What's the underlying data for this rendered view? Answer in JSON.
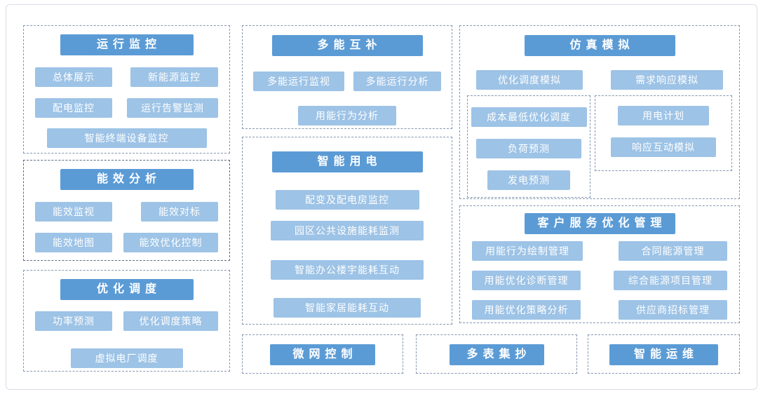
{
  "colors": {
    "header_bg": "#5B9BD5",
    "item_bg": "#9DC3E6",
    "panel_border": "#8496B0",
    "panel_border_dark": "#5B6B82",
    "canvas_border": "#D8DEE6"
  },
  "panels": {
    "operation_monitoring": {
      "title": "运行监控",
      "items": [
        "总体展示",
        "新能源监控",
        "配电监控",
        "运行告警监测",
        "智能终端设备监控"
      ]
    },
    "energy_efficiency": {
      "title": "能效分析",
      "items": [
        "能效监视",
        "能效对标",
        "能效地图",
        "能效优化控制"
      ]
    },
    "optimal_dispatch": {
      "title": "优化调度",
      "items": [
        "功率预测",
        "优化调度策略",
        "虚拟电厂调度"
      ]
    },
    "multi_energy": {
      "title": "多能互补",
      "items": [
        "多能运行监视",
        "多能运行分析",
        "用能行为分析"
      ]
    },
    "smart_power": {
      "title": "智能用电",
      "items": [
        "配变及配电房监控",
        "园区公共设施能耗监测",
        "智能办公楼宇能耗互动",
        "智能家居能耗互动"
      ]
    },
    "simulation": {
      "title": "仿真模拟",
      "items": [
        "优化调度模拟",
        "需求响应模拟"
      ],
      "sub_left": [
        "成本最低优化调度",
        "负荷预测",
        "发电预测"
      ],
      "sub_right": [
        "用电计划",
        "响应互动模拟"
      ]
    },
    "customer_service": {
      "title": "客户服务优化管理",
      "items": [
        "用能行为绘制管理",
        "合同能源管理",
        "用能优化诊断管理",
        "综合能源项目管理",
        "用能优化策略分析",
        "供应商招标管理"
      ]
    },
    "microgrid_control": {
      "title": "微网控制"
    },
    "meter_reading": {
      "title": "多表集抄"
    },
    "smart_om": {
      "title": "智能运维"
    }
  }
}
